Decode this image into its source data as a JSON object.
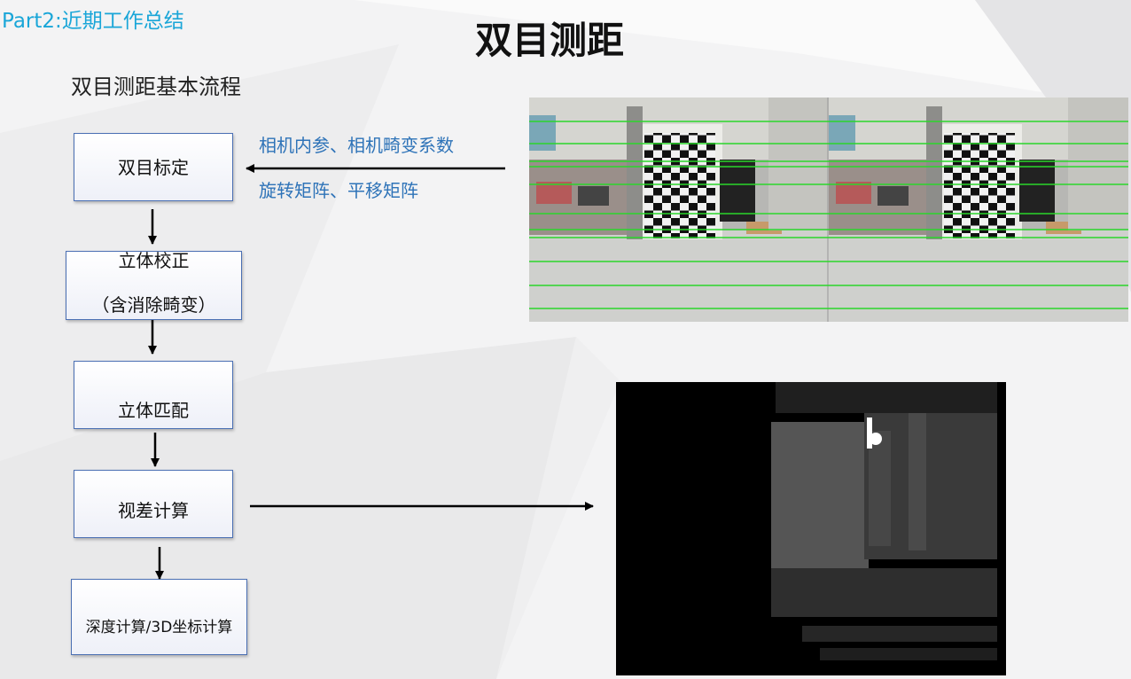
{
  "header": {
    "section": "Part2:近期工作总结",
    "title": "双目测距"
  },
  "flow": {
    "subtitle": "双目测距基本流程",
    "steps": [
      {
        "line1": "双目标定",
        "line2": ""
      },
      {
        "line1": "立体校正",
        "line2": "（含消除畸变）"
      },
      {
        "line1": "立体匹配",
        "line2": ""
      },
      {
        "line1": "视差计算",
        "line2": ""
      },
      {
        "line1": "深度计算/3D坐标计算",
        "line2": ""
      }
    ]
  },
  "calibration_outputs": {
    "line1": "相机内参、相机畸变系数",
    "line2": "旋转矩阵、平移矩阵"
  },
  "colors": {
    "section_header": "#1aa6d8",
    "annotation": "#2e73b8",
    "box_border": "#4a6fb3",
    "epipolar_lines": "#2bd62b"
  }
}
